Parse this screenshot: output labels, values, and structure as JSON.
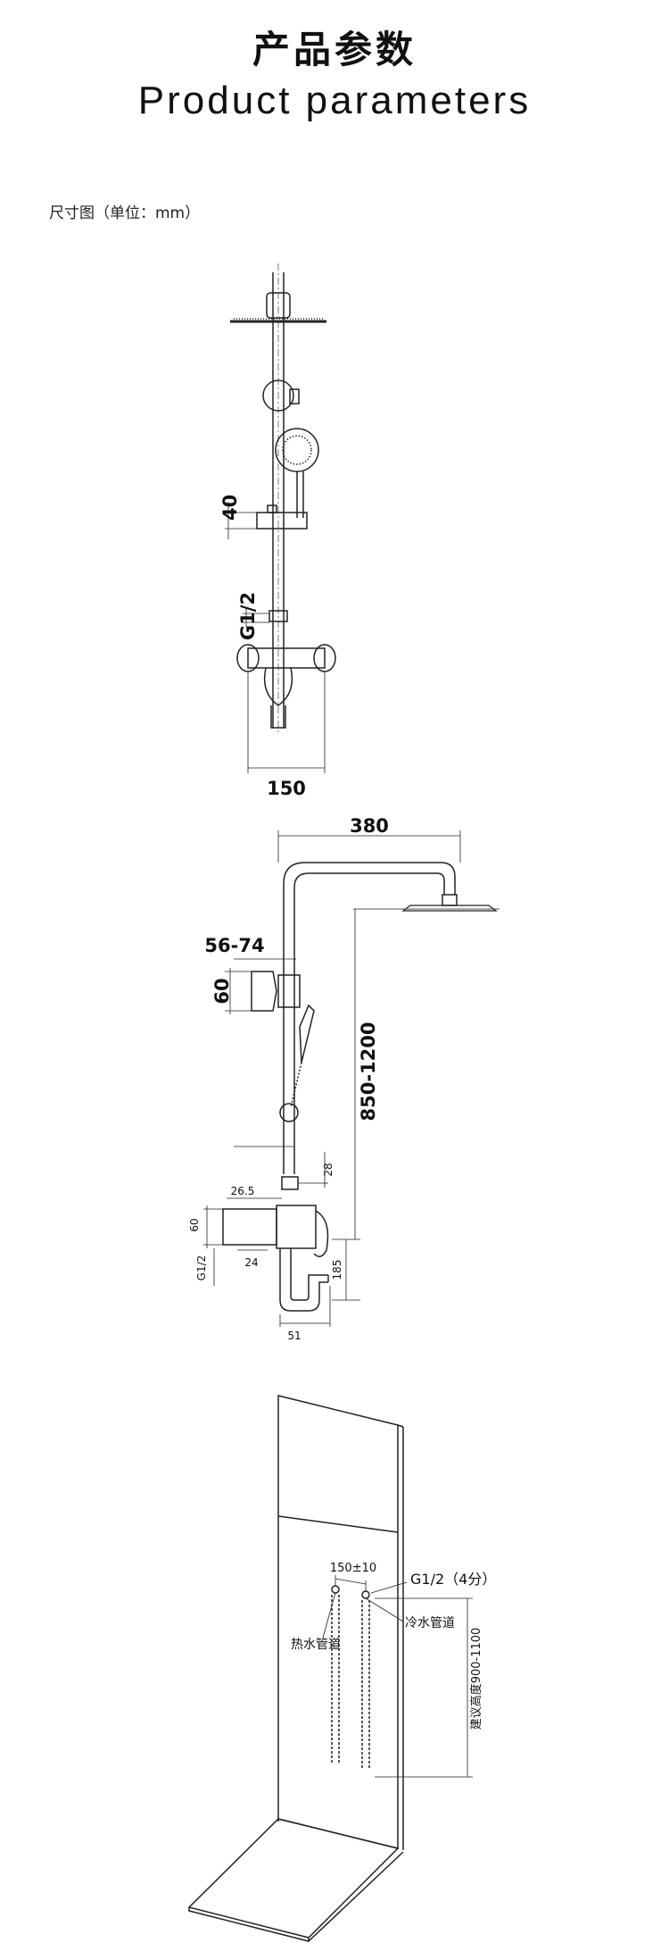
{
  "header": {
    "title_cn": "产品参数",
    "title_en": "Product parameters"
  },
  "unit_label": "尺寸图（单位：mm）",
  "front_view": {
    "dim_height_slider": "40",
    "dim_thread": "G1/2",
    "dim_width": "150"
  },
  "side_view": {
    "dim_arm": "380",
    "dim_wall": "56-74",
    "dim_holder": "60",
    "dim_height": "850-1200",
    "dim_28": "28",
    "dim_26_5": "26.5",
    "dim_60": "60",
    "dim_g12": "G1/2",
    "dim_24": "24",
    "dim_185": "185",
    "dim_51": "51"
  },
  "install_view": {
    "spacing": "150±10",
    "thread": "G1/2（4分）",
    "cold_pipe": "冷水管道",
    "hot_pipe": "热水管道",
    "height": "建议高度900-1100"
  }
}
